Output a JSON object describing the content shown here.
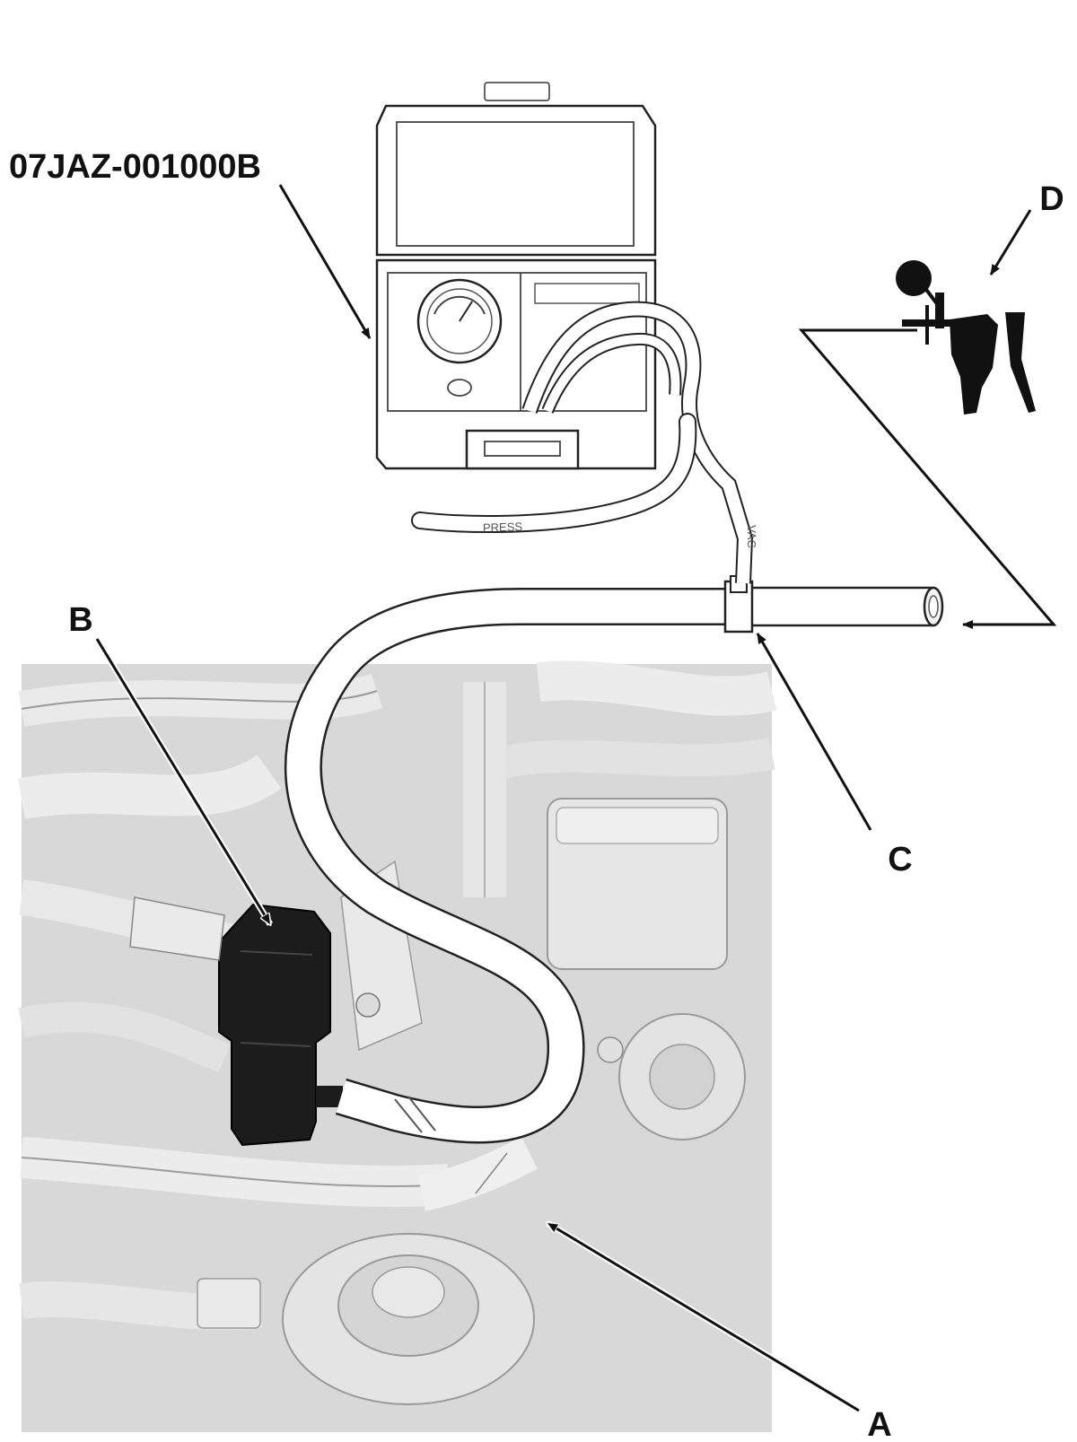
{
  "tool_part_number": "07JAZ-001000B",
  "callouts": {
    "a": "A",
    "b": "B",
    "c": "C",
    "d": "D"
  },
  "hose_labels": {
    "press": "PRESS",
    "vac": "VAC"
  },
  "colors": {
    "line": "#111111",
    "engine_bg": "#d7d7d7",
    "hose": "#ffffff",
    "valve_body": "#1a1a1a"
  }
}
